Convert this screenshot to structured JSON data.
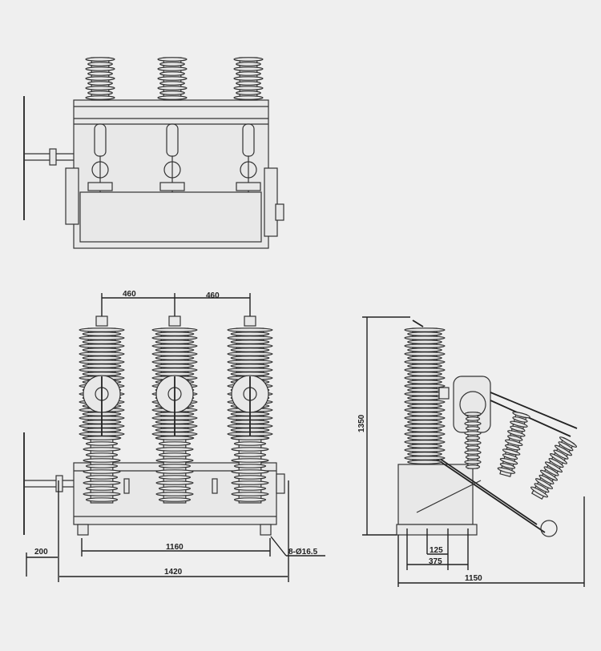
{
  "dimensions": {
    "pole_spacing_left": "460",
    "pole_spacing_right": "460",
    "height": "1350",
    "shaft_offset": "200",
    "mounting_spacing": "1160",
    "mounting_holes": "8-Ø16.5",
    "overall_width": "1420",
    "side_inner": "125",
    "side_mount": "375",
    "overall_depth": "1150"
  }
}
